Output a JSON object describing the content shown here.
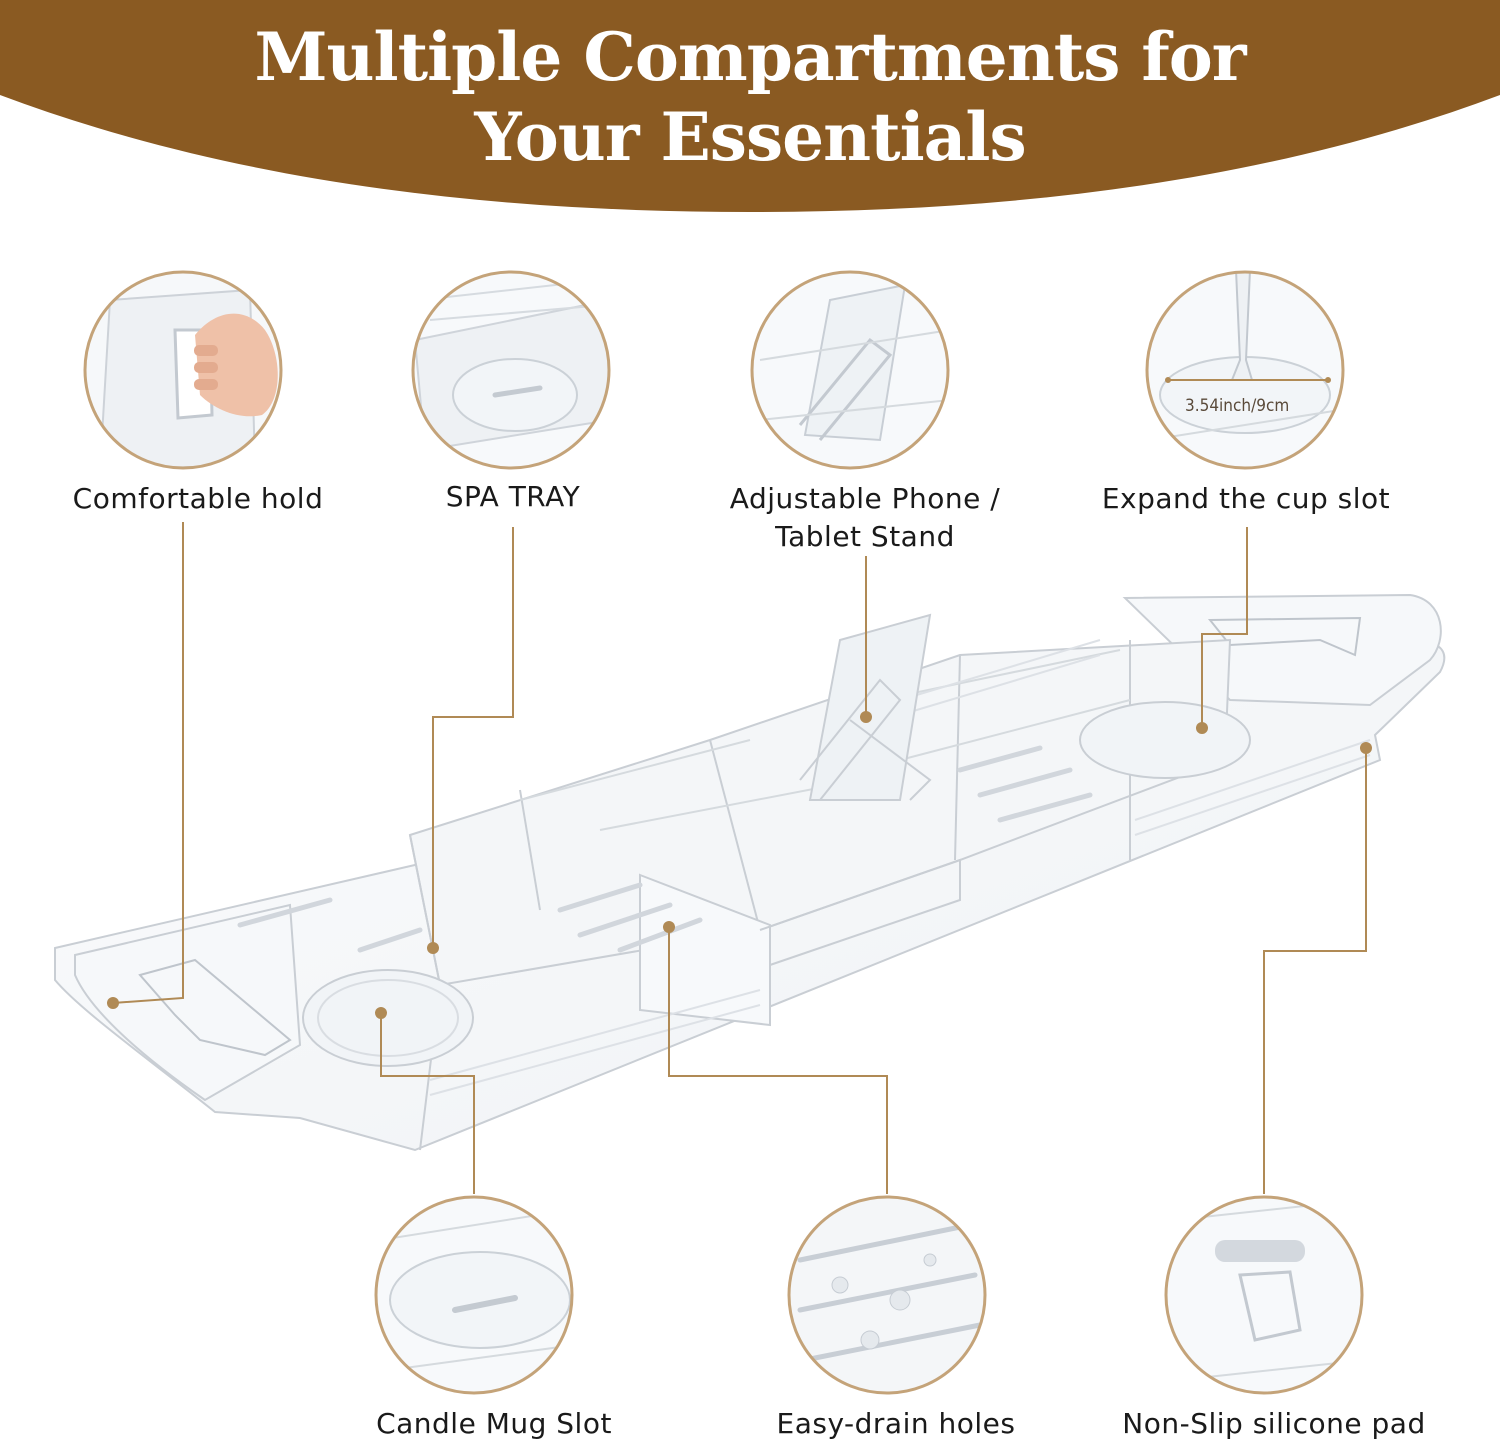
{
  "headline": {
    "line1": "Multiple Compartments for",
    "line2": "Your Essentials"
  },
  "features": {
    "comfortable_hold": "Comfortable hold",
    "spa_tray": "SPA TRAY",
    "phone_stand_line1": "Adjustable Phone /",
    "phone_stand_line2": "Tablet Stand",
    "cup_slot": "Expand the cup slot",
    "cup_measure": "3.54inch/9cm",
    "candle_mug": "Candle Mug Slot",
    "drain_holes": "Easy-drain holes",
    "silicone_pad": "Non-Slip silicone pad"
  },
  "colors": {
    "banner": "#8a5a22",
    "accent": "#b08a55",
    "circle_border": "#c4a379",
    "text": "#1a1a1a"
  }
}
